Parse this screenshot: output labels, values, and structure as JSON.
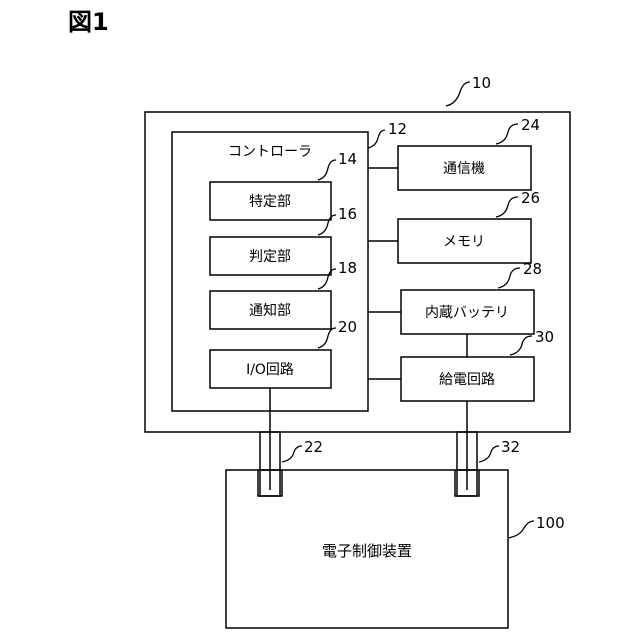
{
  "figure": {
    "title": "図1"
  },
  "device": {
    "ref": "10",
    "controller": {
      "ref": "12",
      "label": "コントローラ"
    },
    "identification_unit": {
      "ref": "14",
      "label": "特定部"
    },
    "determination_unit": {
      "ref": "16",
      "label": "判定部"
    },
    "notification_unit": {
      "ref": "18",
      "label": "通知部"
    },
    "io_circuit": {
      "ref": "20",
      "label": "I/O回路"
    },
    "communicator": {
      "ref": "24",
      "label": "通信機"
    },
    "memory": {
      "ref": "26",
      "label": "メモリ"
    },
    "battery": {
      "ref": "28",
      "label": "内蔵バッテリ"
    },
    "power_circuit": {
      "ref": "30",
      "label": "給電回路"
    }
  },
  "connectors": [
    {
      "ref": "22"
    },
    {
      "ref": "32"
    }
  ],
  "external_device": {
    "ref": "100",
    "label": "電子制御装置"
  }
}
